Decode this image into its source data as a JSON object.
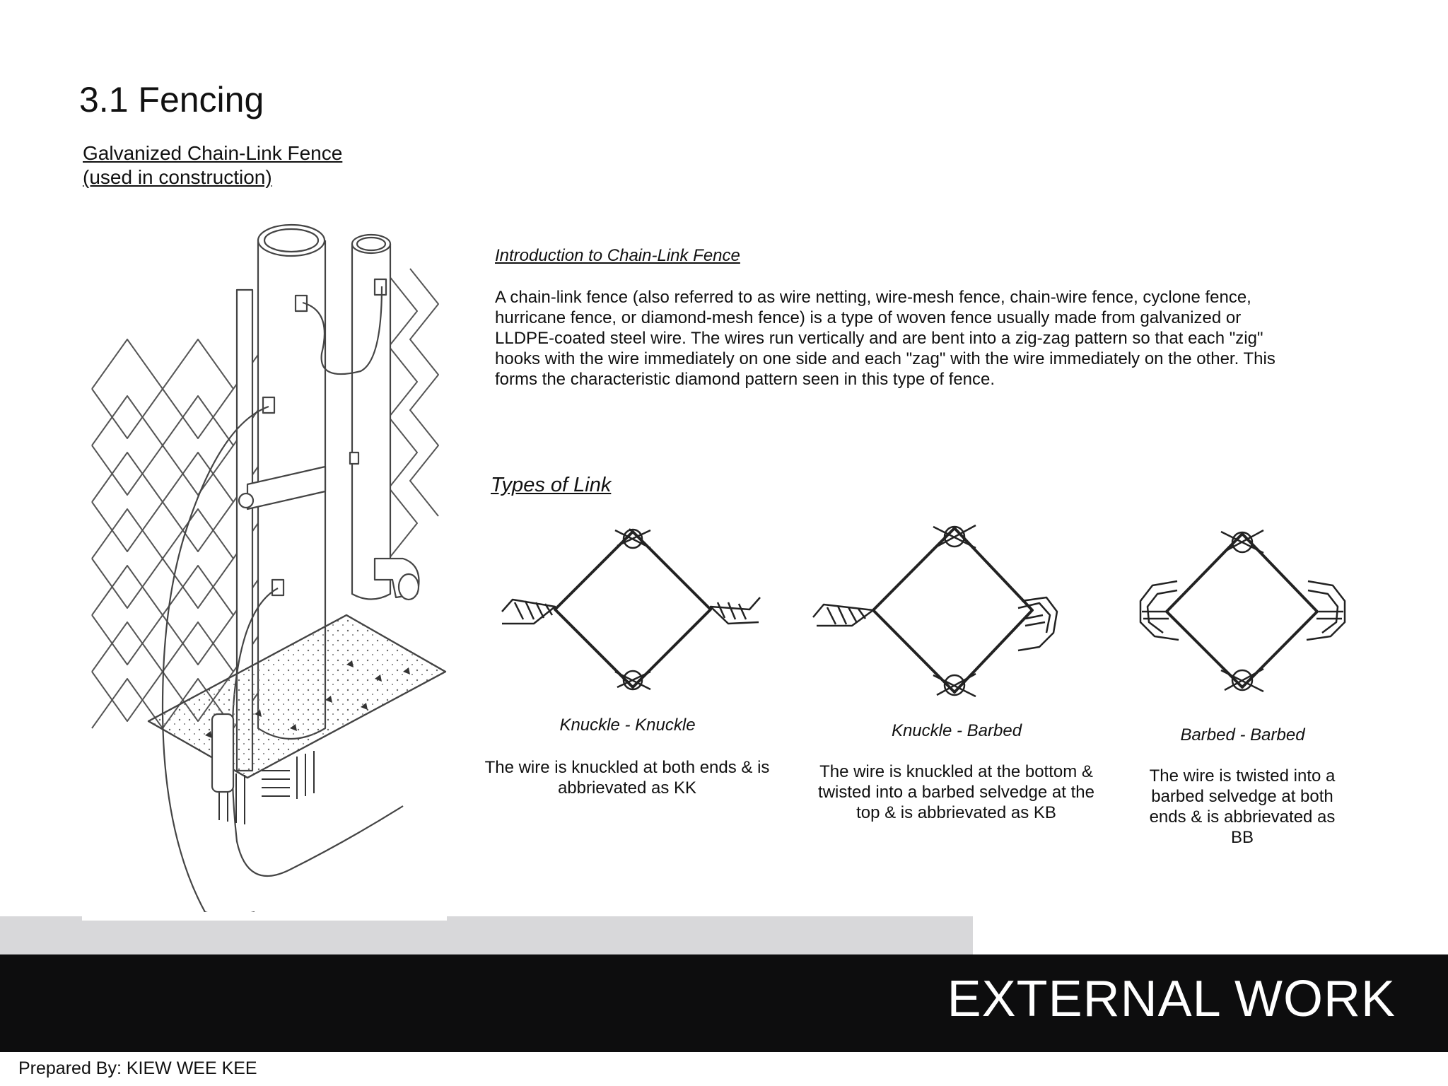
{
  "page": {
    "section_title": "3.1 Fencing",
    "subtitle_line1": "Galvanized Chain-Link Fence",
    "subtitle_line2": "(used in construction)"
  },
  "intro": {
    "heading": "Introduction to Chain-Link Fence",
    "body": "A chain-link fence (also referred to as wire netting, wire-mesh fence, chain-wire fence, cyclone fence, hurricane fence, or diamond-mesh fence) is a type of woven fence usually made from galvanized or LLDPE-coated steel wire. The wires run vertically and are bent into a zig-zag pattern so that each \"zig\" hooks with the wire immediately on one side and each \"zag\" with the wire immediately on the other. This forms the characteristic diamond pattern seen in this type of fence."
  },
  "types": {
    "heading": "Types of Link",
    "items": [
      {
        "name": "Knuckle - Knuckle",
        "description": "The wire is knuckled at both ends & is abbrievated as KK"
      },
      {
        "name": "Knuckle - Barbed",
        "description": "The wire is knuckled at the bottom & twisted into a barbed selvedge at the top & is abbrievated as KB"
      },
      {
        "name": "Barbed - Barbed",
        "description": "The wire is twisted into a barbed selvedge at both ends & is abbrievated as BB"
      }
    ]
  },
  "footer": {
    "title": "EXTERNAL WORK",
    "prepared_by": "Prepared By: KIEW WEE KEE",
    "band_color": "#0d0d0e",
    "grey_color": "#d8d8da"
  }
}
